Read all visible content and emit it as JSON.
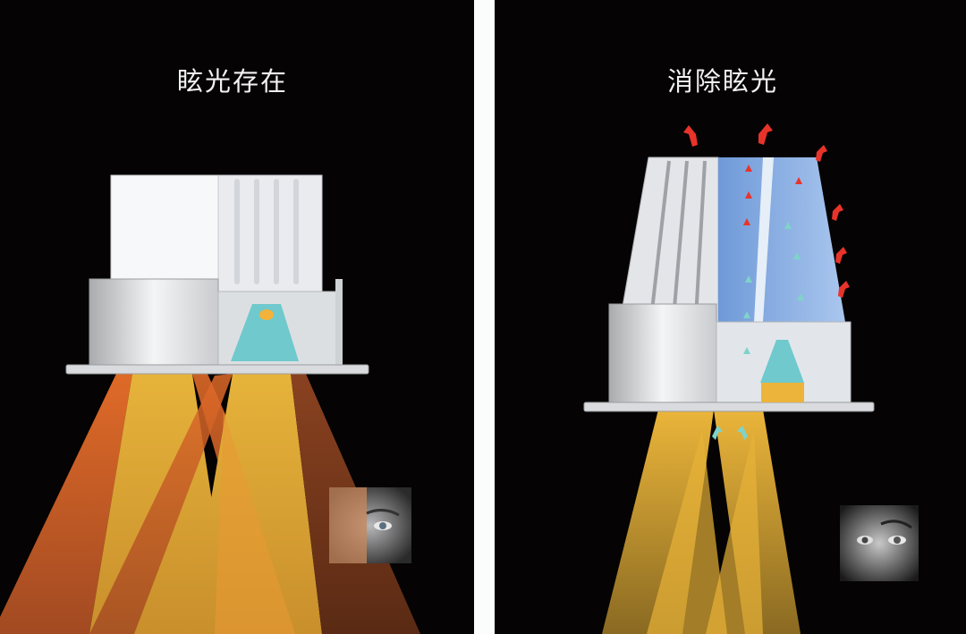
{
  "left_panel": {
    "title": "眩光存在",
    "illustration": "downlight-with-glare",
    "elements": [
      "downlight-housing",
      "heat-sink-fins",
      "led-lens",
      "light-beams",
      "glare-stray-beams",
      "eye-photo"
    ]
  },
  "right_panel": {
    "title": "消除眩光",
    "illustration": "anti-glare-downlight",
    "elements": [
      "tapered-heat-sink",
      "airflow-arrows-hot",
      "airflow-arrows-cool",
      "led-lens",
      "controlled-light-beams",
      "eye-photo"
    ]
  },
  "colors": {
    "background": "#050303",
    "divider": "#fbfdfd",
    "title_text": "#f2f2f2",
    "beam_yellow": "#e8b43a",
    "beam_orange": "#d9682a",
    "beam_brown": "#7a3a1e",
    "lens_cyan": "#6cc9cf",
    "housing_silver": "#d8dadd",
    "heat_blue": "#9fc0ea",
    "arrow_red": "#e8332a",
    "arrow_cool": "#7fd3c9"
  }
}
